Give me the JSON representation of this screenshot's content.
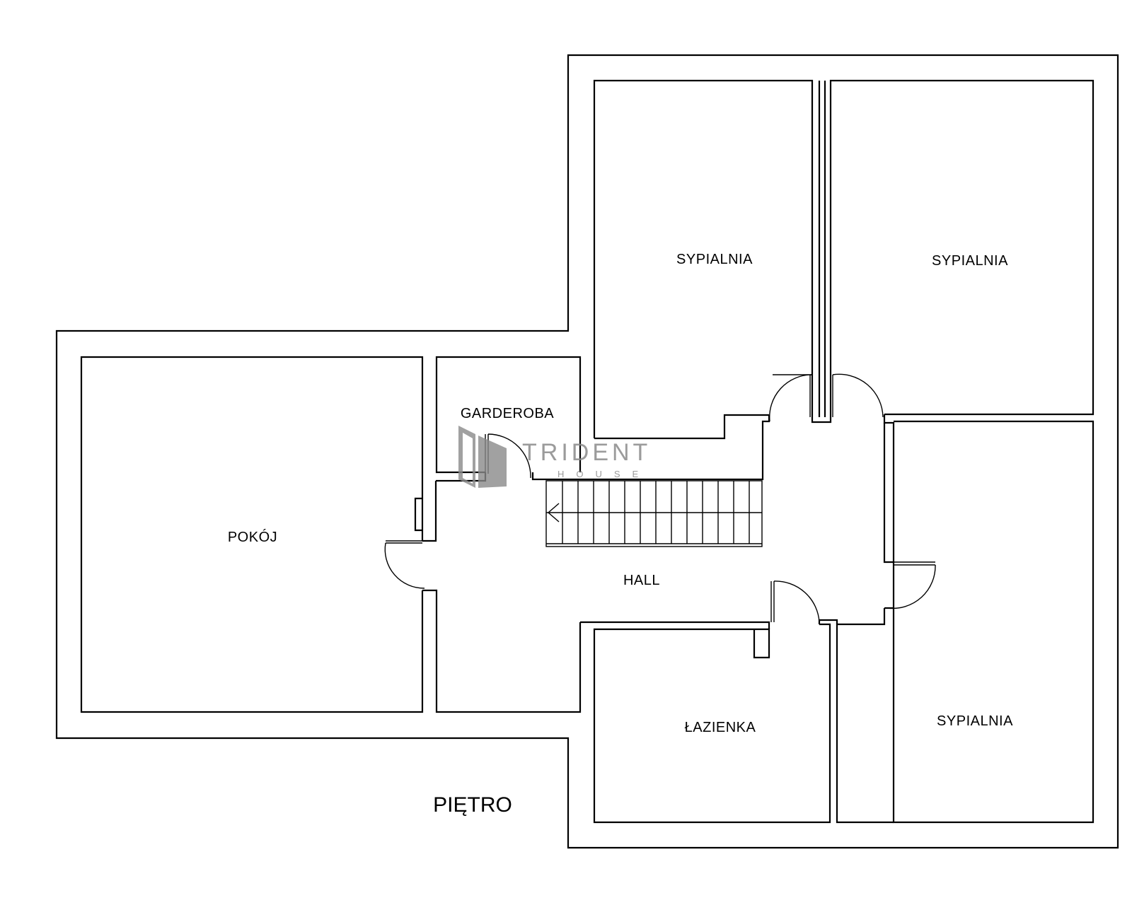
{
  "plan": {
    "floor_title": "PIĘTRO",
    "rooms": {
      "bedroom_top_left": "SYPIALNIA",
      "bedroom_top_right": "SYPIALNIA",
      "bedroom_bottom_right": "SYPIALNIA",
      "wardrobe": "GARDEROBA",
      "room": "POKÓJ",
      "hall": "HALL",
      "bathroom": "ŁAZIENKA"
    }
  },
  "watermark": {
    "brand": "TRIDENT",
    "tagline": "HOUSE"
  }
}
